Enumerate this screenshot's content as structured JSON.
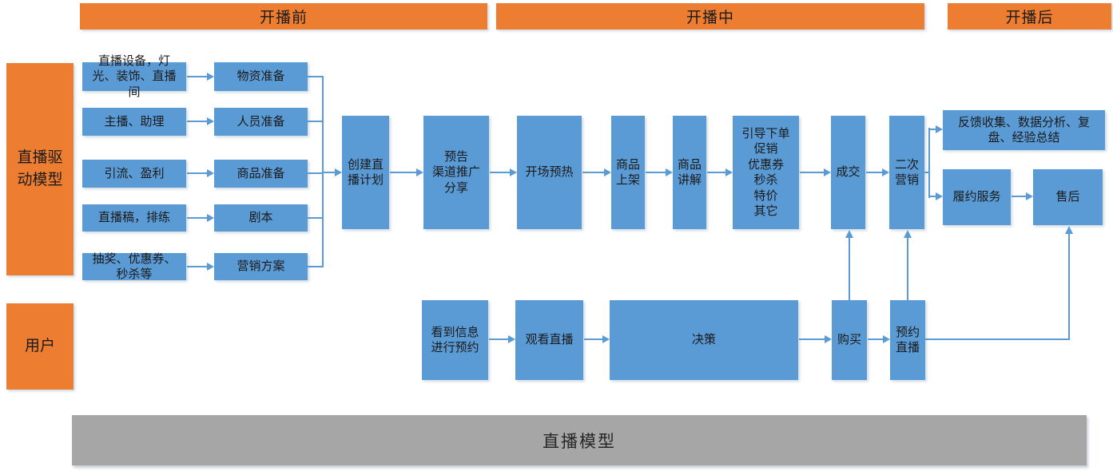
{
  "colors": {
    "orange": "#ED7D31",
    "blue": "#5B9BD5",
    "gray": "#A6A6A6",
    "arrow": "#5B9BD5",
    "text": "#1a1a1a"
  },
  "headers": {
    "pre": "开播前",
    "during": "开播中",
    "post": "开播后"
  },
  "lanes": {
    "model": "直播驱\n动模型",
    "user": "用户"
  },
  "prep": {
    "rows": [
      {
        "input": "直播设备，灯\n光、装饰、直播\n间",
        "output": "物资准备"
      },
      {
        "input": "主播、助理",
        "output": "人员准备"
      },
      {
        "input": "引流、盈利",
        "output": "商品准备"
      },
      {
        "input": "直播稿，排练",
        "output": "剧本"
      },
      {
        "input": "抽奖、优惠券、\n秒杀等",
        "output": "营销方案"
      }
    ]
  },
  "main": {
    "create_plan": "创建直\n播计划",
    "promote": "预告\n渠道推广\n分享",
    "warmup": "开场预热",
    "listing": "商品\n上架",
    "explain": "商品\n讲解",
    "conversion": "引导下单\n促销\n优惠券\n秒杀\n特价\n其它",
    "deal": "成交",
    "remarketing": "二次\n营销"
  },
  "post": {
    "review": "反馈收集、数据分析、复\n盘、经验总结",
    "fulfillment": "履约服务",
    "aftersale": "售后"
  },
  "user_flow": {
    "reserve": "看到信息\n进行预约",
    "watch": "观看直播",
    "decide": "决策",
    "buy": "购买",
    "rebook": "预约\n直播"
  },
  "footer": {
    "title": "直播模型"
  }
}
